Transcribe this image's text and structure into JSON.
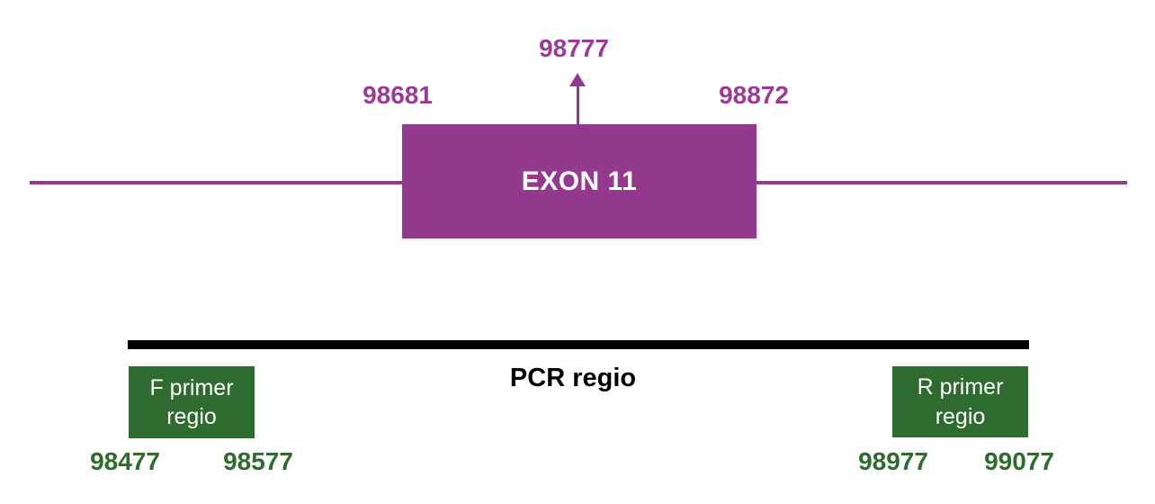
{
  "colors": {
    "purple": "#933A8F",
    "purple_text": "#9C3A96",
    "green": "#2E6B2F",
    "green_text": "#2E6B2F",
    "bar_black": "#000000",
    "label_white": "#FFFFFF",
    "background": "#FFFFFF"
  },
  "exon_track": {
    "exon_label": "EXON 11",
    "exon_start": "98681",
    "exon_end": "98872",
    "variant_position": "98777"
  },
  "pcr_track": {
    "region_label": "PCR regio",
    "f_primer": {
      "name_line1": "F primer",
      "name_line2": "regio",
      "start": "98477",
      "end": "98577"
    },
    "r_primer": {
      "name_line1": "R primer",
      "name_line2": "regio",
      "start": "98977",
      "end": "99077"
    }
  }
}
